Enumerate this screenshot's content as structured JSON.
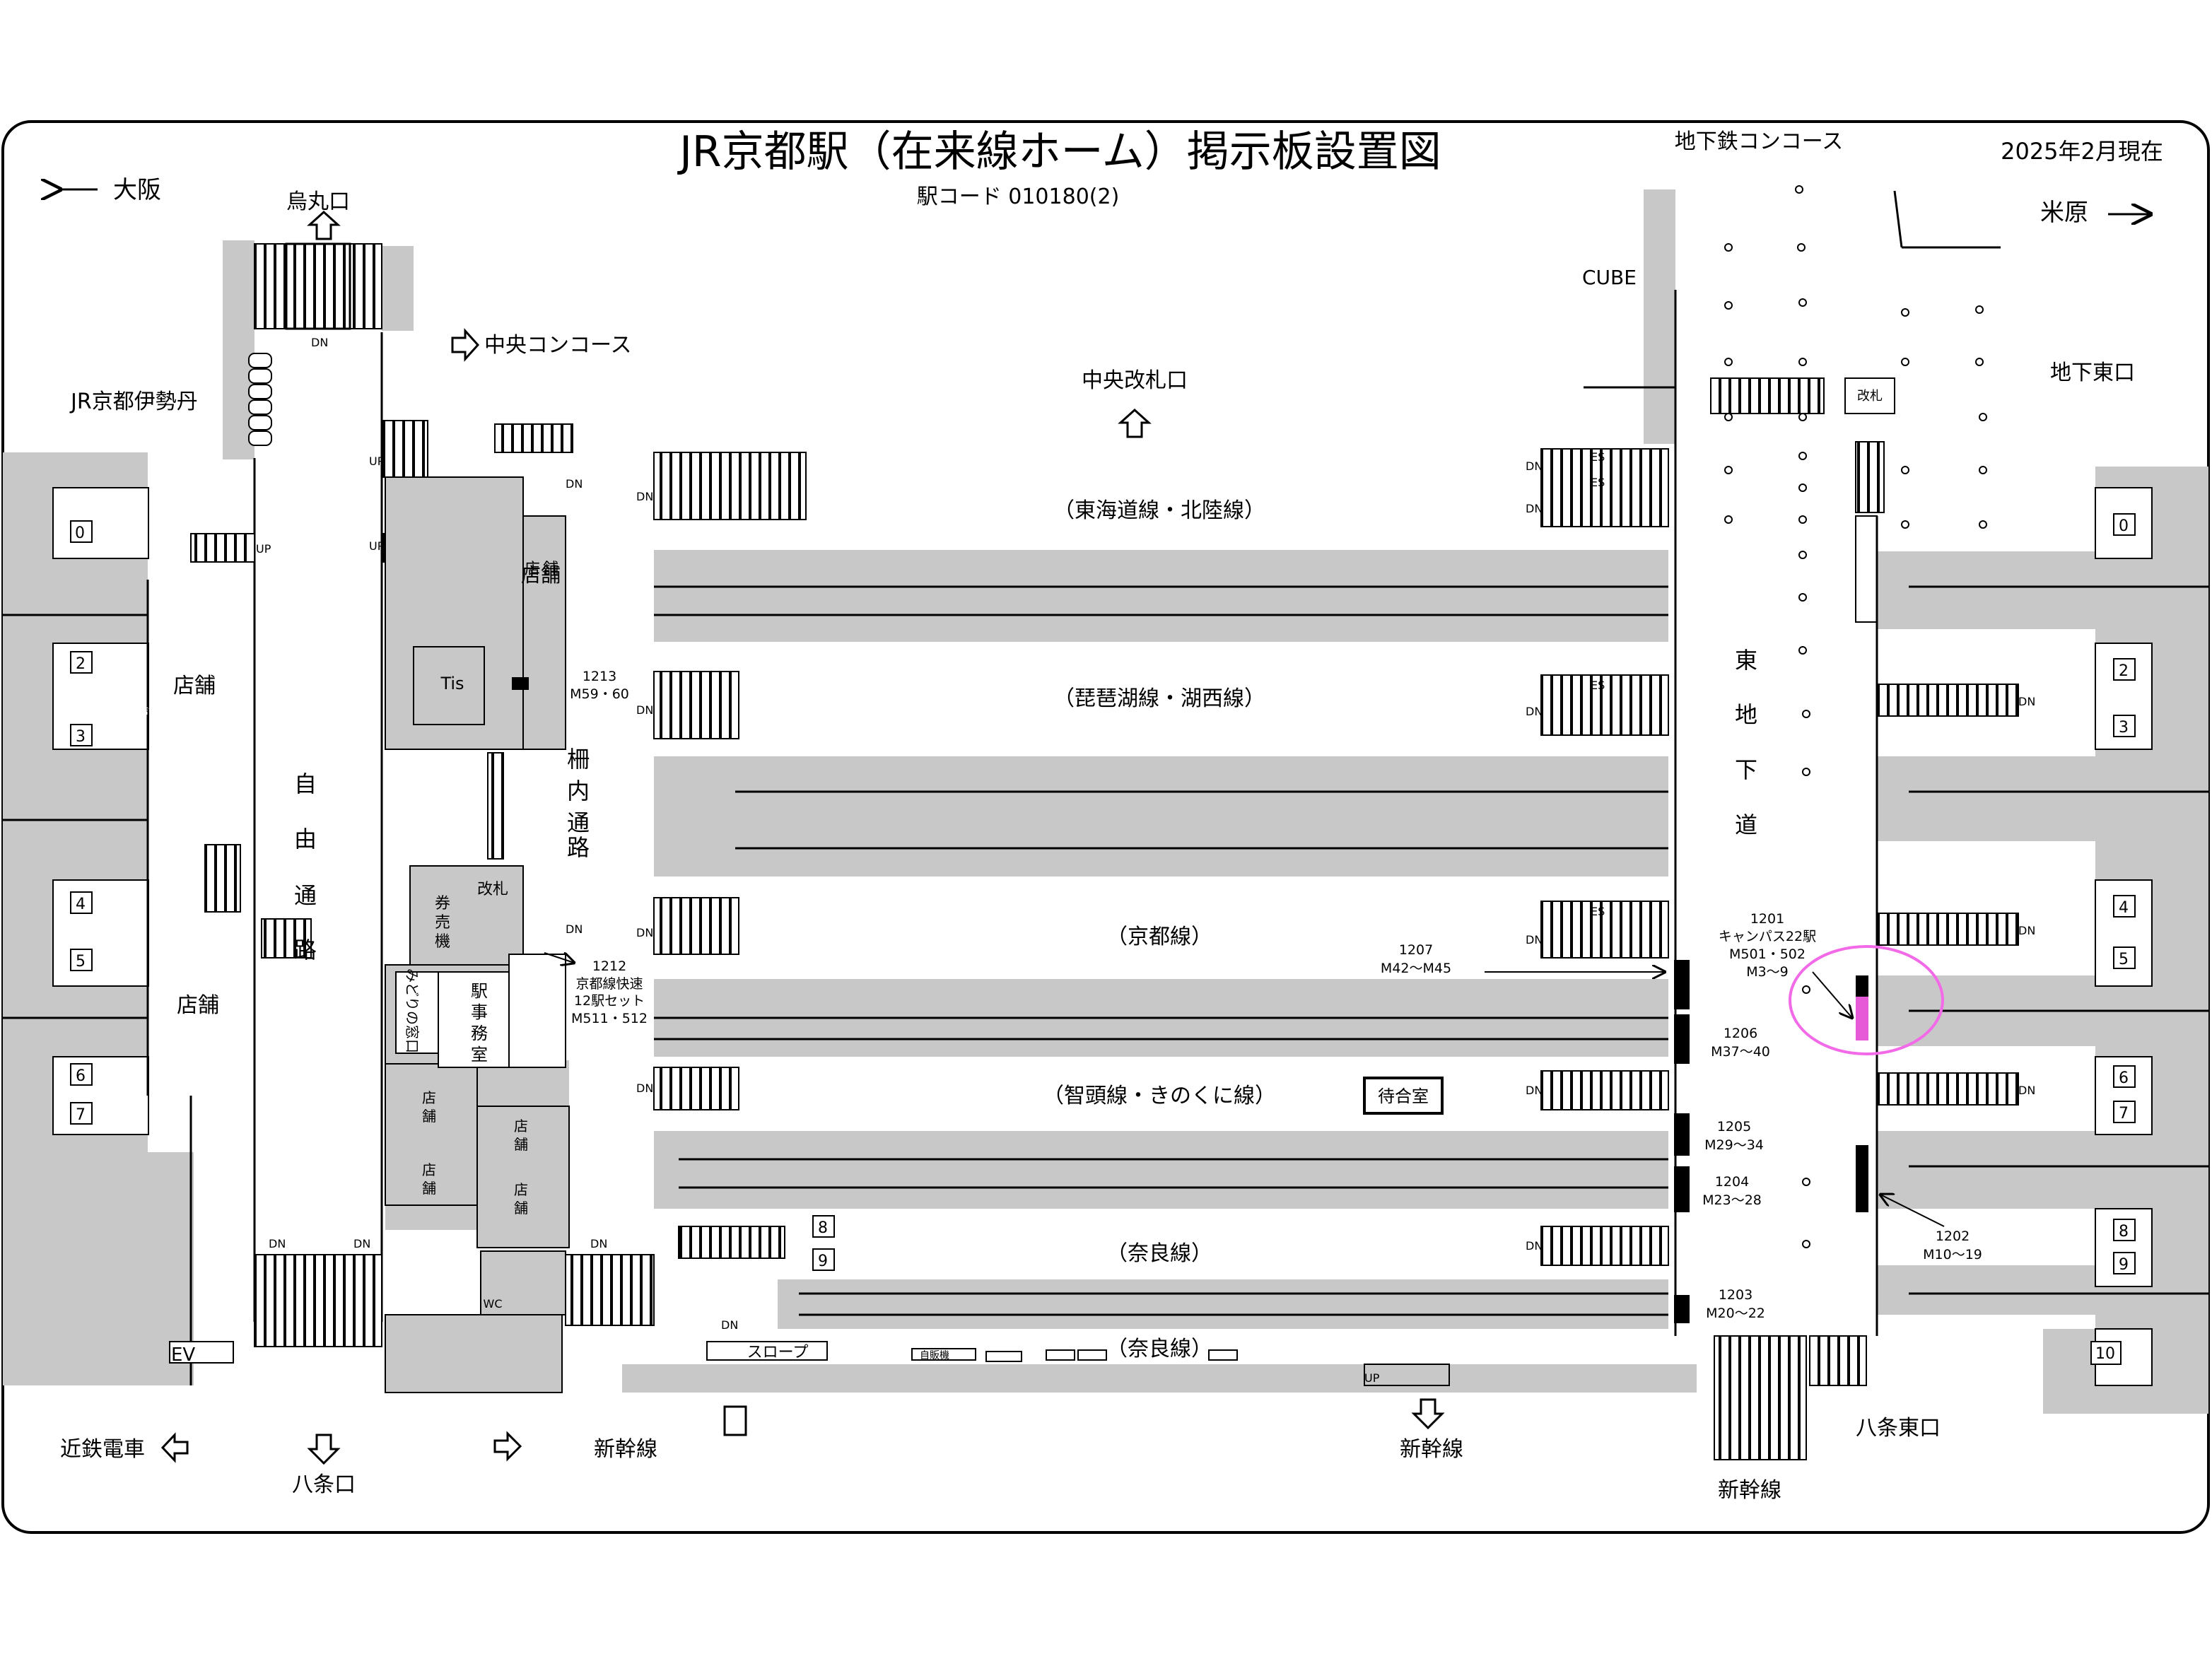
{
  "header": {
    "title": "JR京都駅（在来線ホーム）掲示板設置図",
    "station_code": "駅コード 010180(2)",
    "as_of": "2025年2月現在",
    "subway_concourse": "地下鉄コンコース"
  },
  "directions": {
    "osaka": "大阪",
    "maibara": "米原",
    "karasuma_exit": "烏丸口",
    "central_concourse": "中央コンコース",
    "central_gate": "中央改札口",
    "jr_isetan": "JR京都伊勢丹",
    "cube": "CUBE",
    "underground_east_exit": "地下東口",
    "kintetsu": "近鉄電車",
    "hachijo_exit": "八条口",
    "shinkansen_1": "新幹線",
    "shinkansen_2": "新幹線",
    "shinkansen_3": "新幹線",
    "hachijo_east_exit": "八条東口",
    "ev": "EV"
  },
  "lines": {
    "tokaido": "（東海道線・北陸線）",
    "biwako": "（琵琶湖線・湖西線）",
    "kyoto": "（京都線）",
    "chizu": "（智頭線・きのくに線）",
    "nara_1": "（奈良線）",
    "nara_2": "（奈良線）"
  },
  "areas": {
    "free_passage": [
      "自",
      "由",
      "通",
      "路"
    ],
    "gate_passage": [
      "柵",
      "内",
      "通",
      "路"
    ],
    "east_underpass": [
      "東",
      "地",
      "下",
      "道"
    ],
    "shop_1": "店舗",
    "shop_2": "店舗",
    "shop_3": "店舗",
    "shop_small": "店舗",
    "shop_4": [
      "店",
      "舗"
    ],
    "shop_5": [
      "店",
      "舗"
    ],
    "shop_6": [
      "店",
      "舗"
    ],
    "shop_7": [
      "店",
      "舗"
    ],
    "shop_8": [
      "店",
      "舗"
    ],
    "tis": "Tis",
    "ticket_machine": [
      "券",
      "売",
      "機"
    ],
    "midori": "みどりの窓口",
    "station_office": [
      "駅",
      "事",
      "務",
      "室"
    ],
    "gate_west": "改札",
    "gate_east": "改札",
    "waiting_room": "待合室",
    "wc": "WC",
    "slope": "スロープ",
    "jidou": "自販機"
  },
  "platform_numbers": {
    "left": [
      "0",
      "2",
      "3",
      "4",
      "5",
      "6",
      "7"
    ],
    "center": [
      "8",
      "9"
    ],
    "right": [
      "0",
      "2",
      "3",
      "4",
      "5",
      "6",
      "7",
      "8",
      "9",
      "10"
    ]
  },
  "boards": [
    {
      "id": "1213",
      "codes": "M59・60"
    },
    {
      "id": "1212",
      "desc": "京都線快速",
      "desc2": "12駅セット",
      "codes": "M511・512"
    },
    {
      "id": "1207",
      "codes": "M42〜M45"
    },
    {
      "id": "1201",
      "desc": "キャンパス22駅",
      "codes": "M501・502",
      "codes2": "M3〜9"
    },
    {
      "id": "1206",
      "codes": "M37〜40"
    },
    {
      "id": "1205",
      "codes": "M29〜34"
    },
    {
      "id": "1204",
      "codes": "M23〜28"
    },
    {
      "id": "1203",
      "codes": "M20〜22"
    },
    {
      "id": "1202",
      "codes": "M10〜19"
    }
  ],
  "stair_labels": {
    "es": "ES",
    "dn": "DN",
    "up": "UP"
  },
  "colors": {
    "platform": "#c8c8c8",
    "highlight": "#f26ae8",
    "highlight_fill": "#e65ad8"
  }
}
